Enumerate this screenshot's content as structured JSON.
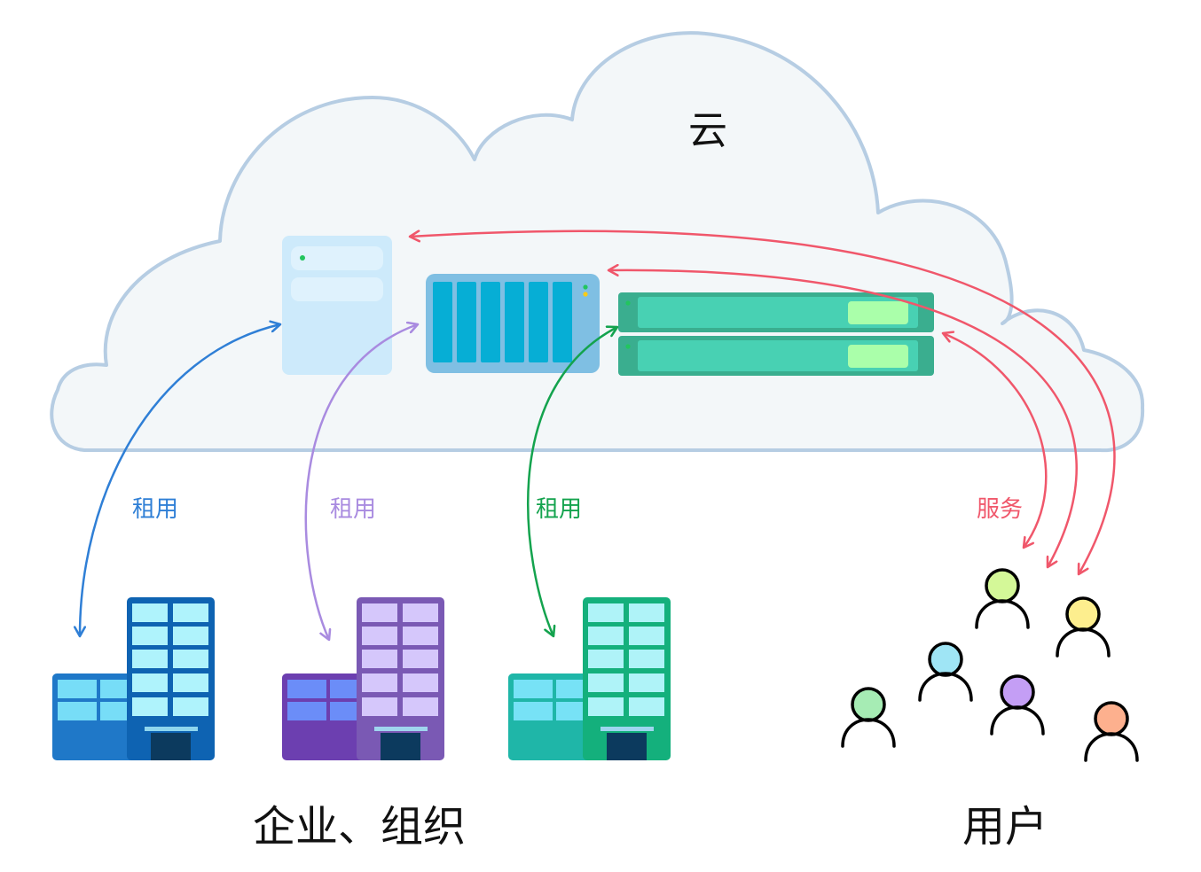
{
  "cloud": {
    "label": "云"
  },
  "relations": {
    "rent_blue": "租用",
    "rent_purple": "租用",
    "rent_green": "租用",
    "service": "服务"
  },
  "groups": {
    "organizations": "企业、组织",
    "users": "用户"
  },
  "colors": {
    "cloud_fill": "#f3f7f9",
    "cloud_stroke": "#b6cde3",
    "blue": "#2f7fd6",
    "purple": "#a98be0",
    "green": "#14a34e",
    "service": "#f0576b",
    "server_light": "#cdeafb",
    "server_cyan": "#7fbfe3",
    "server_green": "#3aae8f"
  },
  "icons": [
    "cloud-icon",
    "server-rack-light",
    "storage-array-icon",
    "blade-server-icon",
    "building-icon",
    "user-icon"
  ]
}
